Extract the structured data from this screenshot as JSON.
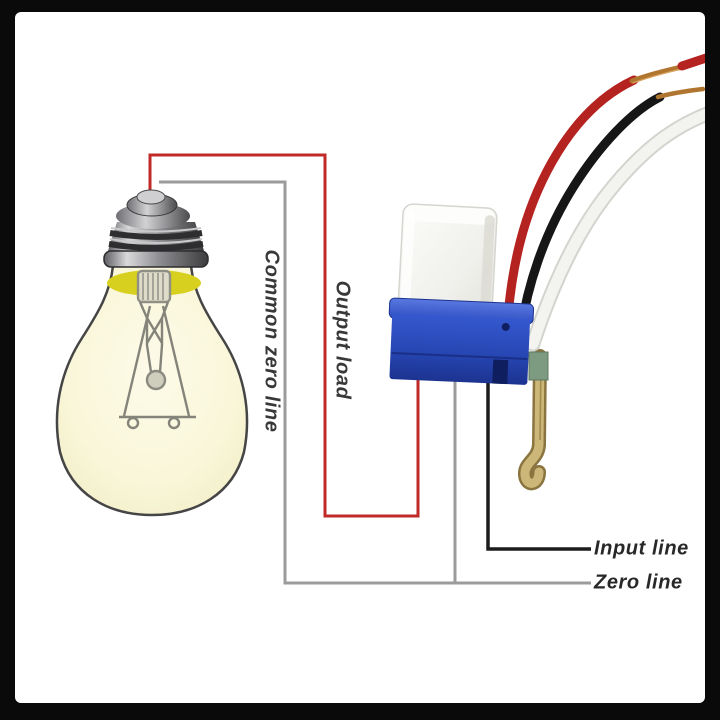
{
  "frame": {
    "border_color": "#0a0a0a",
    "canvas_background": "#ffffff"
  },
  "labels": {
    "common_zero_line": "Common zero line",
    "output_load": "Output load",
    "input_line": "Input line",
    "zero_line": "Zero line"
  },
  "diagram_lines": {
    "output_load_color": "#c02b28",
    "common_zero_color": "#9b9b9b",
    "input_line_color": "#1c1c1c"
  },
  "cable_colors": {
    "live_red": "#b52320",
    "load_black": "#161616",
    "neutral_white": "#f3f3ef",
    "bare_copper": "#b0752f"
  },
  "components": {
    "bulb": {
      "name": "incandescent-light-bulb",
      "glass_color": "#f9f6d9",
      "glow_color": "#d7d01e",
      "cap_color": "#8a8a8e"
    },
    "photocell_switch": {
      "name": "auto-on-off-photocell-switch",
      "sensor_body_color": "#efefeb",
      "base_color": "#2a4cc0",
      "bracket_color": "#c9ae6d"
    }
  }
}
